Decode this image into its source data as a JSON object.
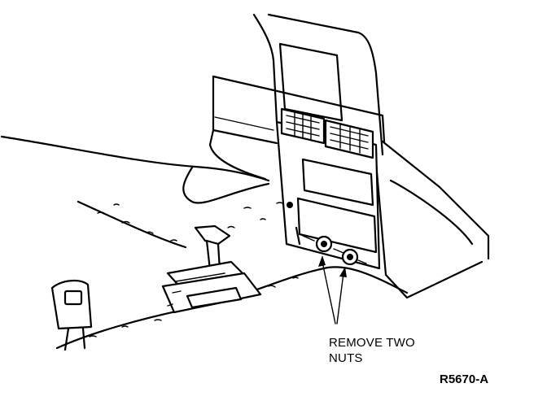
{
  "callout": {
    "line1": "REMOVE TWO",
    "line2": "NUTS"
  },
  "figure_id": "R5670-A",
  "colors": {
    "ink": "#000000",
    "paper": "#ffffff"
  }
}
